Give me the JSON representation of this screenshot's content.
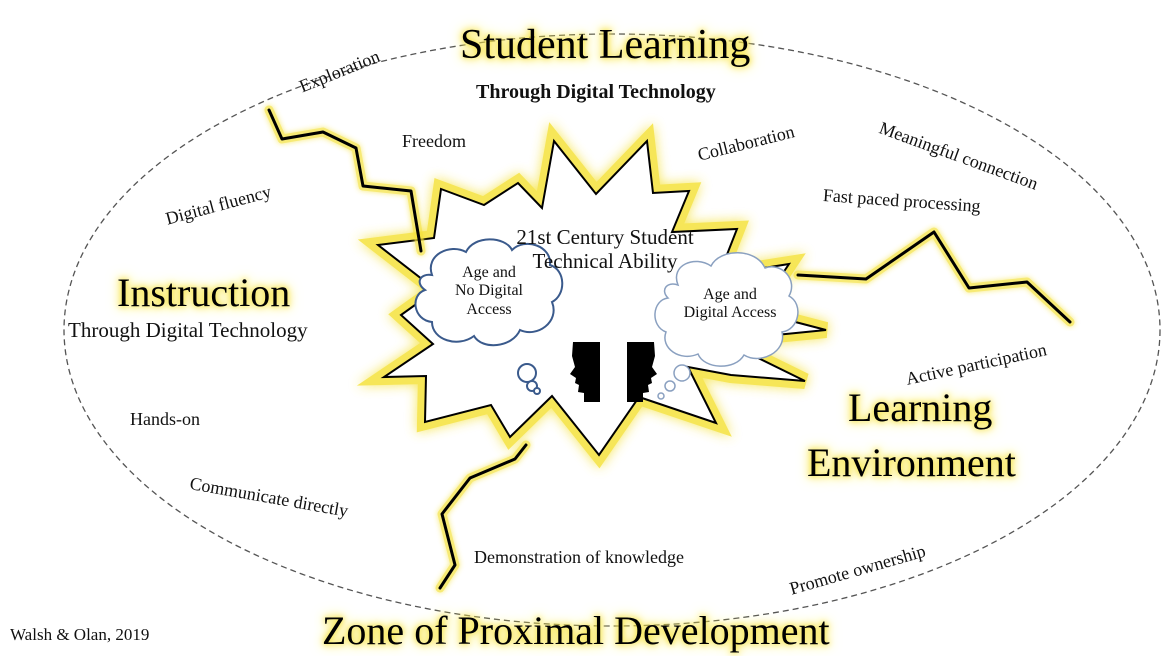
{
  "main_title": "Student Learning",
  "main_subtitle": "Through Digital Technology",
  "instruction_title": "Instruction",
  "instruction_subtitle": "Through Digital Technology",
  "environment_title_line1": "Learning",
  "environment_title_line2": "Environment",
  "bottom_title": "Zone of Proximal Development",
  "center_title_line1": "21st Century Student",
  "center_title_line2": "Technical Ability",
  "thought_left": [
    "Age and",
    "No Digital",
    "Access"
  ],
  "thought_right": [
    "Age and",
    "Digital Access"
  ],
  "concepts": {
    "exploration": "Exploration",
    "freedom": "Freedom",
    "collaboration": "Collaboration",
    "meaningful": "Meaningful connection",
    "fast_paced": "Fast paced processing",
    "digital_fluency": "Digital fluency",
    "active": "Active participation",
    "hands_on": "Hands-on",
    "communicate": "Communicate directly",
    "demonstration": "Demonstration of knowledge",
    "ownership": "Promote ownership"
  },
  "citation": "Walsh & Olan, 2019",
  "colors": {
    "glow": "#f5e23a",
    "line": "#000000",
    "thought_left": "#3a5a8c",
    "thought_right": "#8aa0c0"
  }
}
